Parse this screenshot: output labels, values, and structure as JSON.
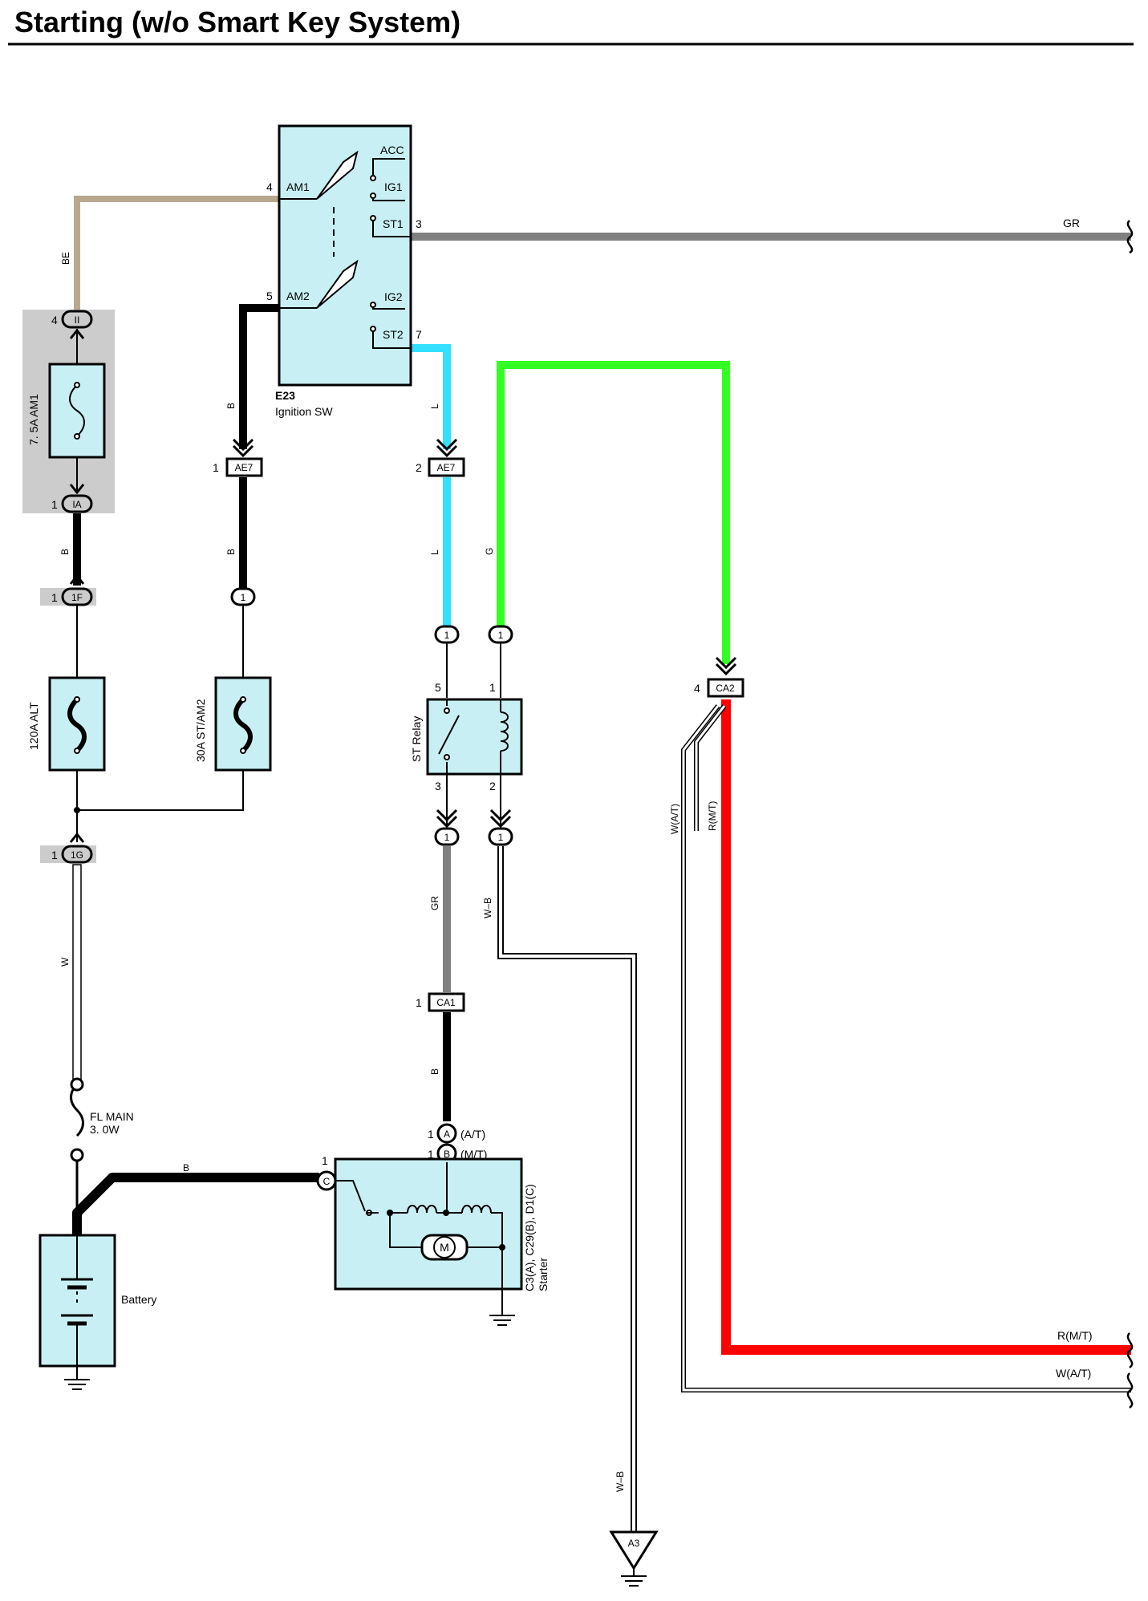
{
  "title": "Starting (w/o Smart Key System)",
  "colors": {
    "BE": "#b8a88e",
    "B": "#000000",
    "GR": "#808080",
    "L": "#33e0ff",
    "G": "#33ff22",
    "R": "#ff0000",
    "component_fill": "#c8f0f4",
    "gray_box": "#cccccc"
  },
  "ignition_switch": {
    "id": "E23",
    "name": "Ignition SW",
    "terminals": {
      "am1": "AM1",
      "am2": "AM2",
      "acc": "ACC",
      "ig1": "IG1",
      "st1": "ST1",
      "ig2": "IG2",
      "st2": "ST2"
    },
    "pins": {
      "am1": "4",
      "am2": "5",
      "st1": "3",
      "st2": "7"
    }
  },
  "fuses": {
    "am1": "7. 5A AM1",
    "alt": "120A ALT",
    "st_am2": "30A ST/AM2",
    "fl_main_1": "FL MAIN",
    "fl_main_2": "3. 0W"
  },
  "connectors": {
    "ii": "II",
    "ii_pin": "4",
    "ia": "IA",
    "ia_pin": "1",
    "f1": "1F",
    "f1_pin": "1",
    "g1": "1G",
    "g1_pin": "1",
    "ae7": "AE7",
    "ae7_left_pin": "1",
    "ae7_right_pin": "2",
    "ca1": "CA1",
    "ca1_pin": "1",
    "ca2": "CA2",
    "ca2_pin": "4",
    "pin_one": "1",
    "a": "A",
    "b": "B",
    "c": "C",
    "a_note": "(A/T)",
    "b_note": "(M/T)",
    "ground": "A3"
  },
  "relay": {
    "name": "ST Relay",
    "pins": {
      "p5": "5",
      "p1": "1",
      "p3": "3",
      "p2": "2"
    }
  },
  "starter": {
    "name": "Starter",
    "connectors": "C3(A), C29(B), D1(C)",
    "motor": "M",
    "pin_c": "1"
  },
  "battery": "Battery",
  "wire_labels": {
    "be": "BE",
    "b": "B",
    "l": "L",
    "g": "G",
    "gr": "GR",
    "w": "W",
    "wb": "W–B",
    "wat": "W(A/T)",
    "rmt": "R(M/T)"
  }
}
